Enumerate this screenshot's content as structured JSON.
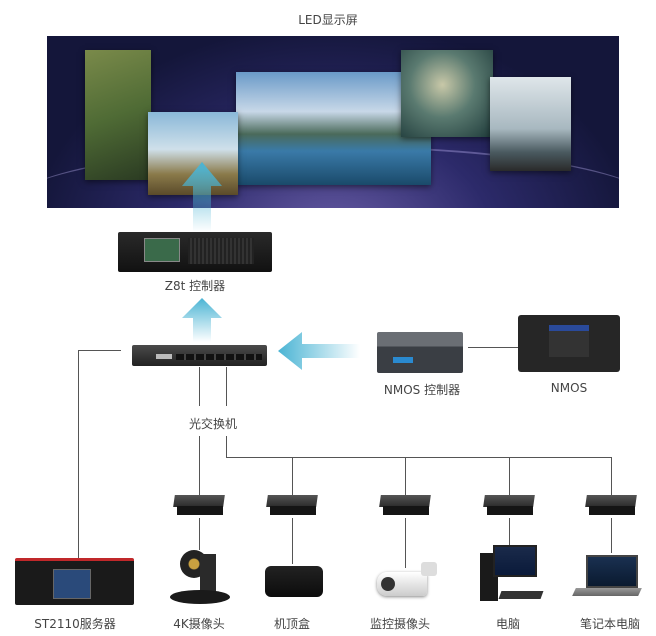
{
  "title": "LED显示屏",
  "controller": {
    "label": "Z8t 控制器"
  },
  "switch": {
    "label": "光交换机"
  },
  "nmos_controller": {
    "label": "NMOS 控制器"
  },
  "nmos": {
    "label": "NMOS"
  },
  "devices": [
    {
      "label": "ST2110服务器"
    },
    {
      "label": "4K摄像头"
    },
    {
      "label": "机顶盒"
    },
    {
      "label": "监控摄像头"
    },
    {
      "label": "电脑"
    },
    {
      "label": "笔记本电脑"
    }
  ],
  "colors": {
    "arrow": "#4ab4d4",
    "line": "#555555",
    "screen": "#1e1f4e"
  }
}
